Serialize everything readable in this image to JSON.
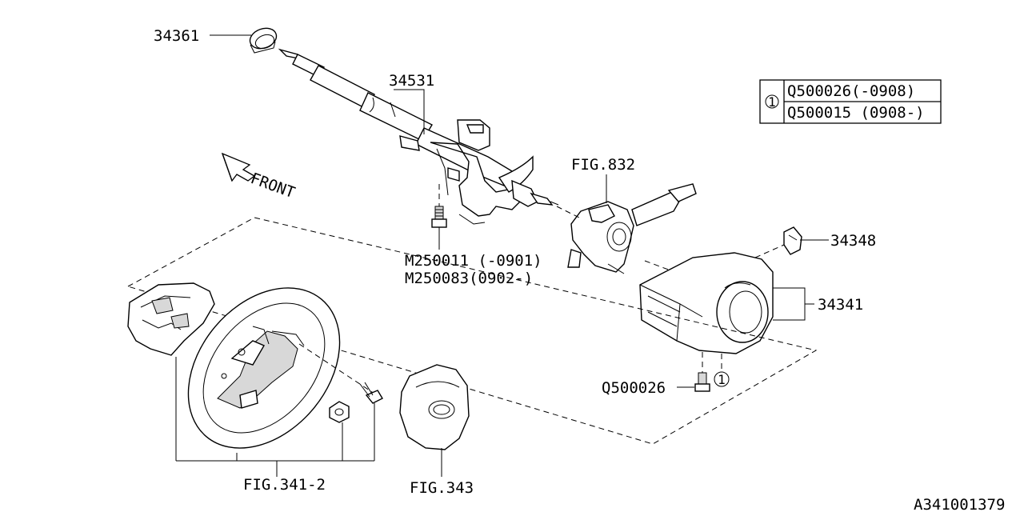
{
  "diagram": {
    "direction_label": "FRONT",
    "drawing_id": "A341001379",
    "callouts": {
      "p34361": "34361",
      "p34531": "34531",
      "fig832": "FIG.832",
      "p34348": "34348",
      "p34341": "34341",
      "m250011": "M250011 (-0901)",
      "m250083": "M250083(0902-)",
      "q500026": "Q500026",
      "ref1": "1",
      "fig341_2": "FIG.341-2",
      "fig343": "FIG.343"
    },
    "legend": {
      "marker": "1",
      "rows": [
        "Q500026(-0908)",
        "Q500015 (0908-)"
      ]
    }
  }
}
